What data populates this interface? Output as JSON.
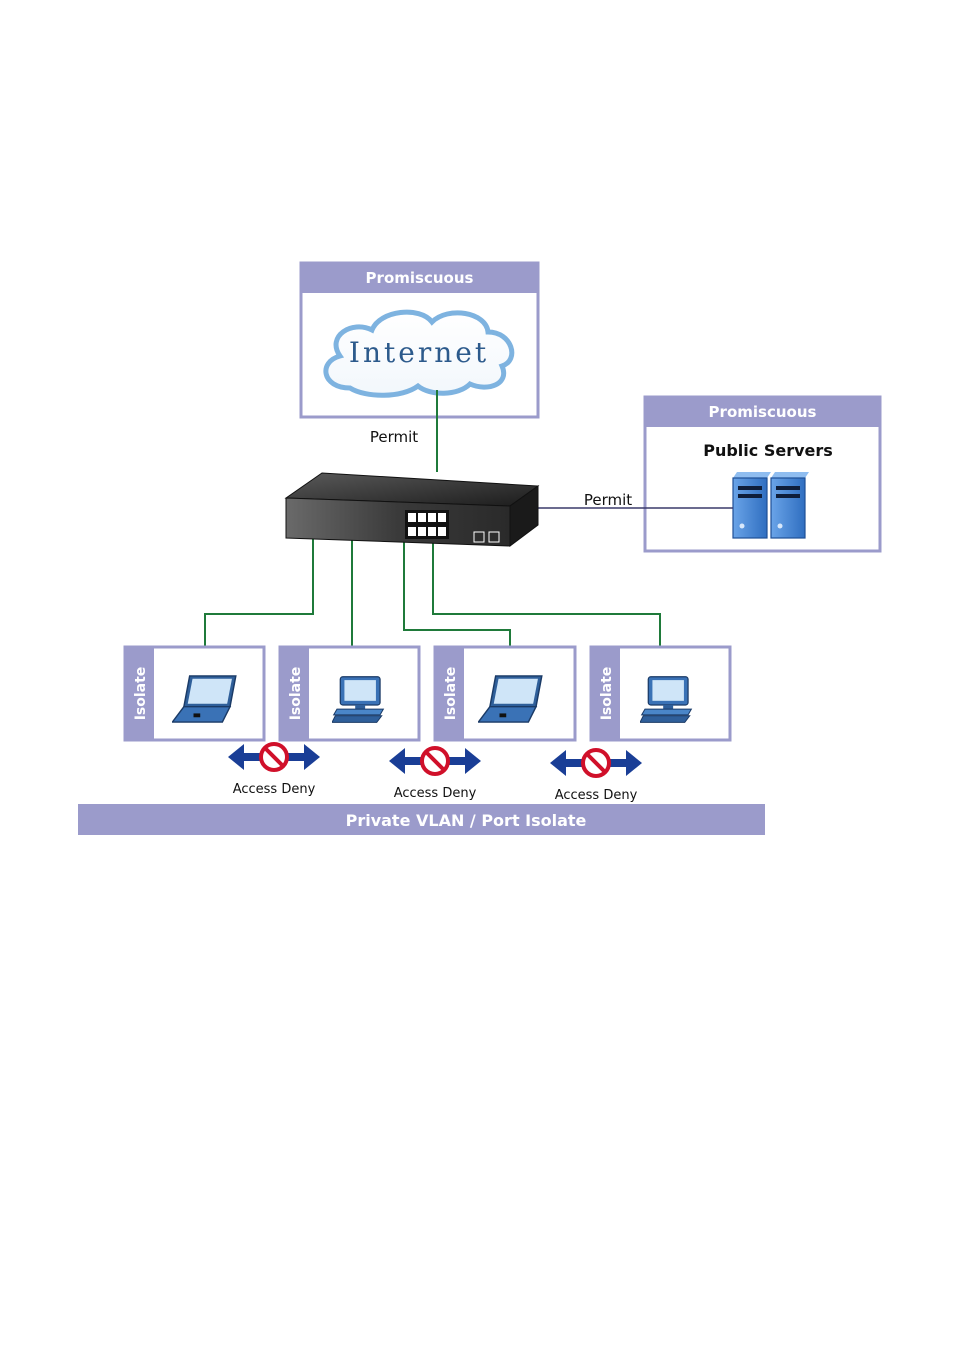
{
  "internet_box": {
    "header": "Promiscuous",
    "cloud_label": "Internet",
    "link_label": "Permit"
  },
  "servers_box": {
    "header": "Promiscuous",
    "title": "Public Servers",
    "link_label": "Permit"
  },
  "isolate_ports": [
    {
      "label": "Isolate",
      "device": "laptop"
    },
    {
      "label": "Isolate",
      "device": "desktop"
    },
    {
      "label": "Isolate",
      "device": "laptop"
    },
    {
      "label": "Isolate",
      "device": "desktop"
    }
  ],
  "access_deny": [
    "Access Deny",
    "Access Deny",
    "Access Deny"
  ],
  "footer_banner": "Private VLAN / Port Isolate",
  "colors": {
    "header_fill": "#9b9bcb",
    "box_border": "#9b9bcb",
    "cable": "#1f7a3a",
    "server_cable": "#3a3a6a",
    "arrow": "#1a3e96",
    "deny_sign": "#d0102a",
    "cloud": "#7eb3e0",
    "server": "#4a8ad6"
  }
}
